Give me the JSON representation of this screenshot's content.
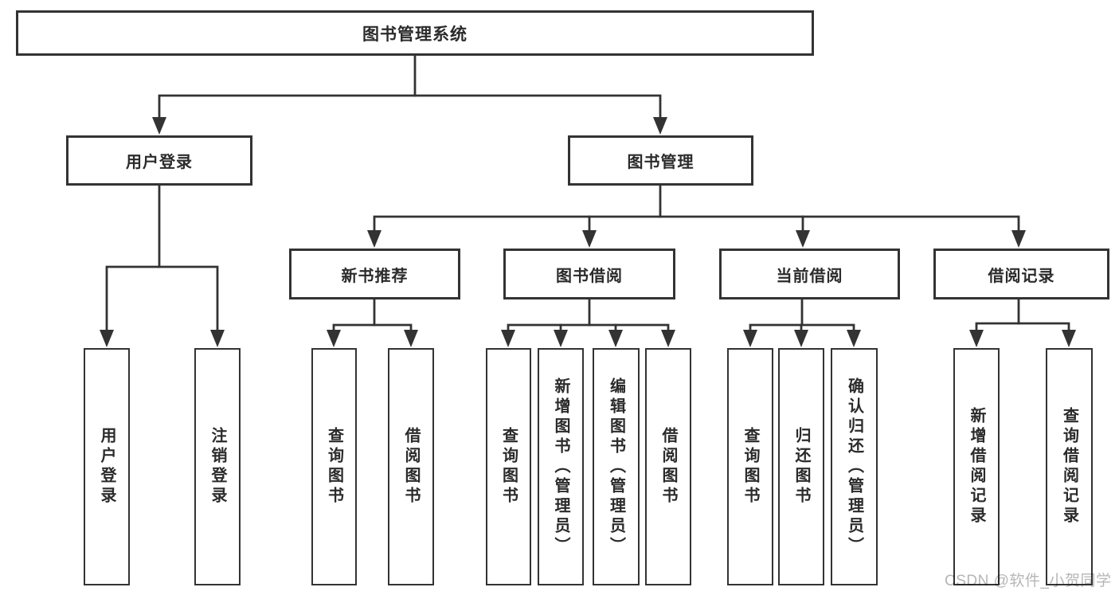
{
  "nodes": {
    "root": "图书管理系统",
    "level1": {
      "user_login": "用户登录",
      "book_management": "图书管理"
    },
    "level2": {
      "new_book_recommendation": "新书推荐",
      "book_borrowing": "图书借阅",
      "current_borrowing": "当前借阅",
      "borrowing_records": "借阅记录"
    },
    "leaves": {
      "user_login": "用户登录",
      "logout": "注销登录",
      "recommend_query_books": "查询图书",
      "recommend_borrow_books": "借阅图书",
      "borrow_query_books": "查询图书",
      "borrow_add_books_admin": "新增图书（管理员）",
      "borrow_edit_books_admin": "编辑图书（管理员）",
      "borrow_borrow_books": "借阅图书",
      "current_query_books": "查询图书",
      "current_return_books": "归还图书",
      "current_confirm_return_admin": "确认归还（管理员）",
      "records_add_record": "新增借阅记录",
      "records_query_record": "查询借阅记录"
    }
  },
  "watermark": "CSDN @软件_小贺同学",
  "colors": {
    "line": "#333333",
    "text": "#2b2b2b",
    "watermark_gray": "#b6b6b6",
    "background": "#ffffff"
  }
}
